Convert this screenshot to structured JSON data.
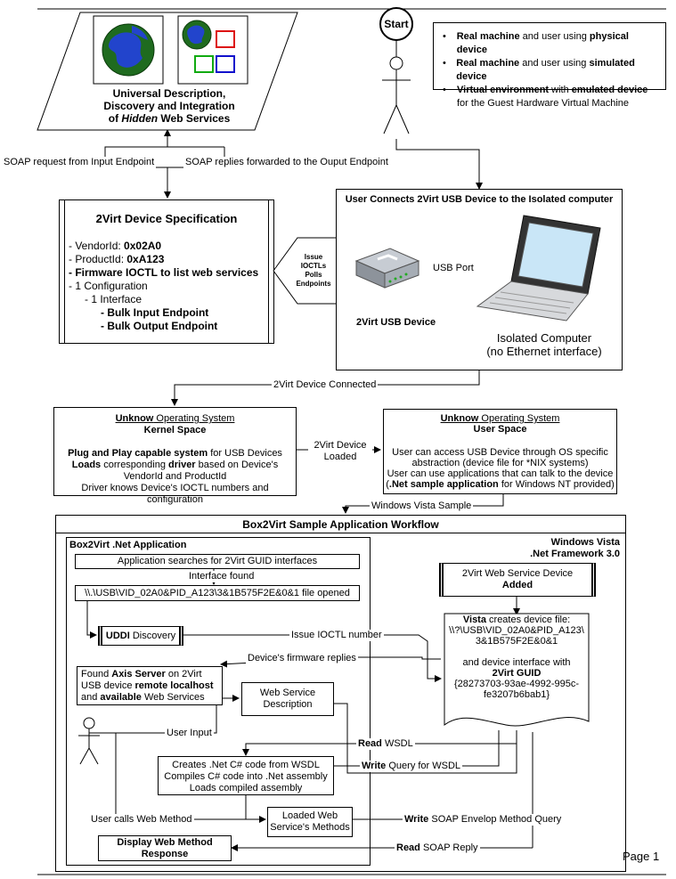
{
  "uddi": {
    "title_line1": "Universal Description,",
    "title_line2": "Discovery and Integration",
    "title_of": "of",
    "title_hidden": "Hidden",
    "title_rest": "Web Services"
  },
  "start_label": "Start",
  "scenarios": [
    {
      "b1": "Real machine",
      "t1": " and user using ",
      "b2": "physical device",
      "t2": ""
    },
    {
      "b1": "Real machine",
      "t1": " and user using ",
      "b2": "simulated device",
      "t2": ""
    },
    {
      "b1": "Virtual environment",
      "t1": " with ",
      "b2": "emulated device",
      "t2": " for the Guest Hardware Virtual Machine"
    }
  ],
  "soap": {
    "request": "SOAP request from Input Endpoint",
    "replies": "SOAP replies forwarded to the Ouput Endpoint"
  },
  "spec": {
    "title": "2Virt Device Specification",
    "vendor_label": "- VendorId:  ",
    "vendor_value": "0x02A0",
    "product_label": "- ProductId: ",
    "product_value": "0xA123",
    "firmware": "- Firmware IOCTL to list web services",
    "config": "- 1 Configuration",
    "interface": "- 1 Interface",
    "bulk_in": "- Bulk Input Endpoint",
    "bulk_out": "- Bulk Output Endpoint"
  },
  "issue": {
    "l1": "Issue",
    "l2": "IOCTLs",
    "l3": "Polls",
    "l4": "Endpoints"
  },
  "connect": {
    "title": "User Connects 2Virt USB Device to the Isolated computer",
    "usb_port": "USB Port",
    "usb_device": "2Virt USB Device",
    "computer_l1": "Isolated Computer",
    "computer_l2": "(no Ethernet interface)"
  },
  "connected_label": "2Virt Device Connected",
  "kernel": {
    "os_bold": "Unknow",
    "os_rest": " Operating System",
    "space": "Kernel Space",
    "pnp_bold": "Plug and Play capable system",
    "pnp_rest": " for USB Devices",
    "loads_bold": "Loads",
    "loads_mid": " corresponding ",
    "driver_bold": "driver",
    "loads_rest": " based on Device's",
    "ids": "VendorId and ProductId",
    "knows": "Driver knows Device's IOCTL numbers and configuration"
  },
  "loaded": {
    "l1": "2Virt Device",
    "l2": "Loaded"
  },
  "user_space": {
    "os_bold": "Unknow",
    "os_rest": " Operating System",
    "space": "User Space",
    "l1": "User can access USB Device through OS specific",
    "l2": "abstraction (device file for *NIX systems)",
    "l3": "User can use applications that can talk to the device",
    "l4_pre": "(",
    "l4_bold": ".Net sample application",
    "l4_rest": " for Windows NT provided)"
  },
  "vista_sample": "Windows Vista Sample",
  "workflow": {
    "title": "Box2Virt Sample Application Workflow",
    "app_title": "Box2Virt .Net Application",
    "vista_l1": "Windows Vista",
    "vista_l2": ".Net Framework 3.0",
    "searches": "Application searches for 2Virt GUID interfaces",
    "interface_found": "Interface found",
    "file_opened": "\\\\.\\USB\\VID_02A0&PID_A123\\3&1B575F2E&0&1 file opened",
    "uddi_bold": "UDDI",
    "uddi_rest": " Discovery",
    "issue_ioctl": "Issue IOCTL number",
    "firmware_replies": "Device's firmware replies",
    "found_pre": "Found ",
    "found_axis": "Axis Server",
    "found_mid": " on 2Virt",
    "found_l2_pre": "USB device ",
    "found_remote": "remote localhost",
    "found_l3_pre": "and ",
    "found_available": "available",
    "found_l3_rest": " Web Services",
    "wsd_l1": "Web Service",
    "wsd_l2": "Description",
    "user_input": "User Input",
    "read_bold": "Read",
    "read_wsdl_rest": " WSDL",
    "write_bold": "Write",
    "write_query_rest": " Query for WSDL",
    "creates_l1": "Creates .Net C# code from WSDL",
    "creates_l2": "Compiles C# code into .Net assembly",
    "creates_l3": "Loads compiled assembly",
    "user_calls": "User calls Web Method",
    "loaded_l1": "Loaded Web",
    "loaded_l2": "Service's Methods",
    "write_soap_rest": " SOAP Envelop Method Query",
    "display_l1": "Display Web Method",
    "display_l2": "Response",
    "read_reply_rest": " SOAP Reply",
    "ws_device_l1": "2Virt Web Service Device",
    "ws_device_l2": "Added",
    "devfile_l1_bold": "Vista",
    "devfile_l1_rest": " creates device file:",
    "devfile_l2": "\\\\?\\USB\\VID_02A0&PID_A123\\",
    "devfile_l3": "3&1B575F2E&0&1",
    "devfile_l4": "and device interface with",
    "devfile_l5": "2Virt GUID",
    "devfile_l6": "{28273703-93ae-4992-995c-",
    "devfile_l7": "fe3207b6bab1}"
  },
  "page_label": "Page 1"
}
